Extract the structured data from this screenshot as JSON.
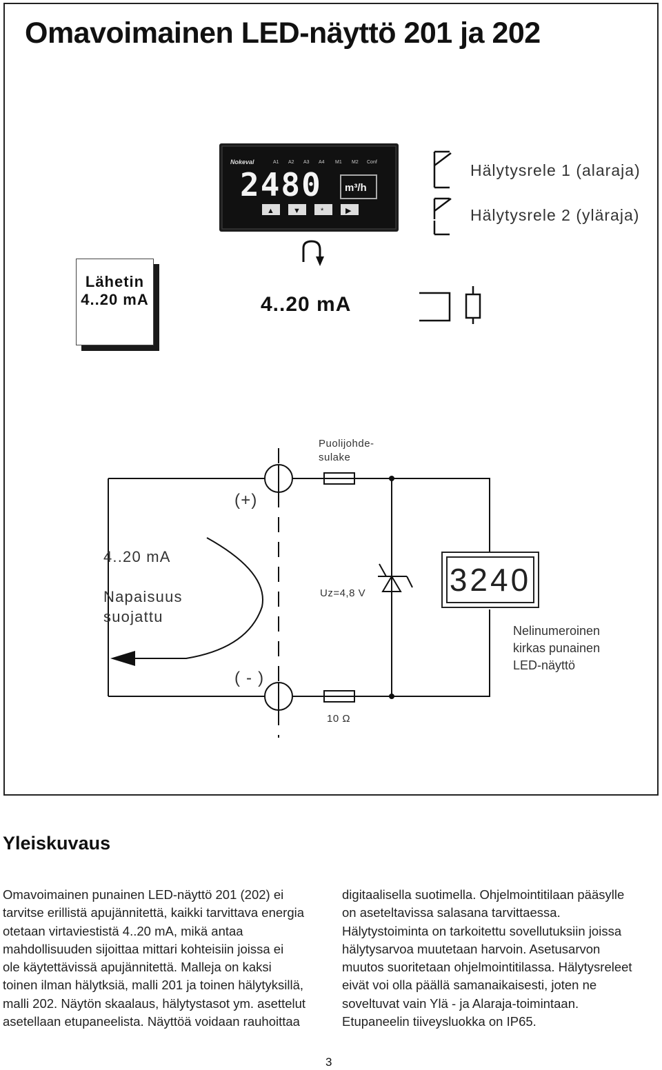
{
  "page": {
    "title": "Omavoimainen LED-näyttö 201 ja 202",
    "page_number": "3"
  },
  "device": {
    "brand": "Nokeval",
    "led_labels": [
      "A1",
      "A2",
      "A3",
      "A4",
      "M1",
      "M2",
      "Conf"
    ],
    "reading": "2480",
    "unit": "m³/h",
    "buttons": [
      "▲",
      "▼",
      "*",
      "▶"
    ]
  },
  "relays": {
    "relay1": "Hälytysrele 1 (alaraja)",
    "relay2": "Hälytysrele 2 (yläraja)"
  },
  "transmitter": {
    "line1": "Lähetin",
    "line2": "4..20 mA"
  },
  "loop_label": "4..20 mA",
  "schematic": {
    "fuse_label_1": "Puolijohde-",
    "fuse_label_2": "sulake",
    "plus": "(+)",
    "minus": "( - )",
    "current": "4..20 mA",
    "polarity_1": "Napaisuus",
    "polarity_2": "suojattu",
    "zener": "Uz=4,8 V",
    "resistor": "10 Ω",
    "display_value": "3240",
    "display_desc_1": "Nelinumeroinen",
    "display_desc_2": "kirkas punainen",
    "display_desc_3": "LED-näyttö"
  },
  "section": {
    "heading": "Yleiskuvaus",
    "col1": [
      "Omavoimainen punainen LED-näyttö 201 (202) ei",
      "tarvitse erillistä apujännitettä, kaikki tarvittava energia",
      "otetaan virtaviestistä 4..20 mA, mikä antaa",
      "mahdollisuuden sijoittaa mittari kohteisiin joissa ei",
      "ole käytettävissä apujännitettä. Malleja on kaksi",
      "toinen ilman hälytksiä, malli 201 ja toinen hälytyksillä,",
      "malli 202. Näytön skaalaus, hälytystasot ym. asettelut",
      "asetellaan etupaneelista. Näyttöä voidaan rauhoittaa"
    ],
    "col2": [
      "digitaalisella suotimella. Ohjelmointitilaan pääsylle",
      "on aseteltavissa salasana tarvittaessa.",
      "Hälytystoiminta on tarkoitettu sovellutuksiin joissa",
      "hälytysarvoa muutetaan harvoin. Asetusarvon",
      "muutos suoritetaan ohjelmointitilassa. Hälytysreleet",
      "eivät voi olla päällä samanaikaisesti, joten ne",
      "soveltuvat vain Ylä - ja Alaraja-toimintaan.",
      "Etupaneelin tiiveysluokka on IP65."
    ]
  }
}
